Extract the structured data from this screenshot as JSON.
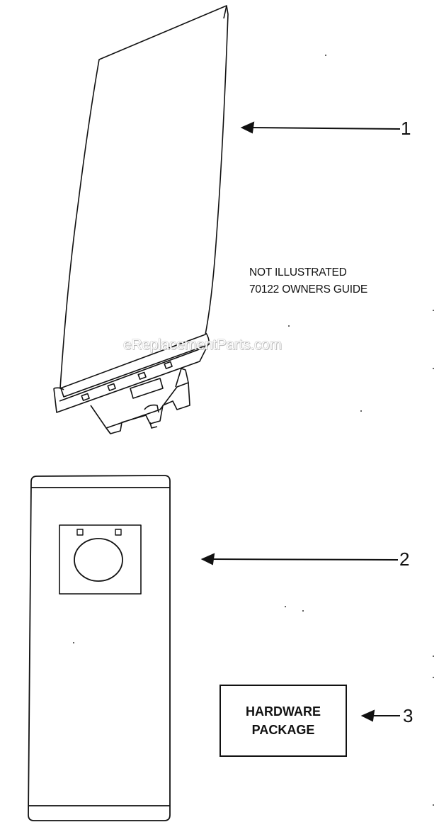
{
  "diagram": {
    "callouts": {
      "item1": "1",
      "item2": "2",
      "item3": "3"
    },
    "note": {
      "line1": "NOT ILLUSTRATED",
      "line2": "70122 OWNERS GUIDE"
    },
    "watermark": "eReplacementParts.com",
    "hardware_box": {
      "line1": "HARDWARE",
      "line2": "PACKAGE"
    }
  }
}
